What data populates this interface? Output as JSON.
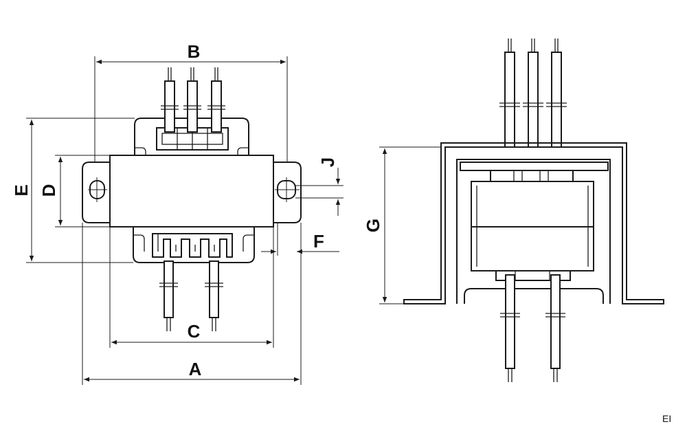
{
  "dimensions": {
    "a": "A",
    "b": "B",
    "c": "C",
    "d": "D",
    "e": "E",
    "f": "F",
    "g": "G",
    "j": "J"
  },
  "type_tag": "EI",
  "colors": {
    "line": "#1a1a1a",
    "background": "#ffffff"
  }
}
